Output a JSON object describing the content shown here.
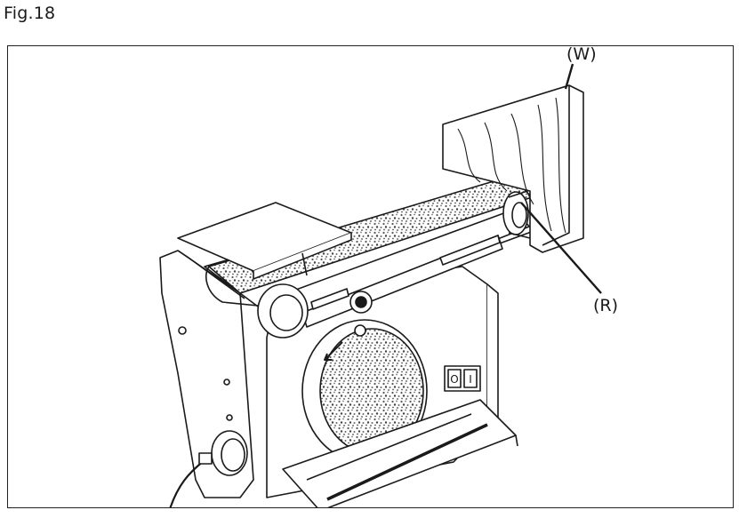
{
  "figure": {
    "title": "Fig.18"
  },
  "callouts": {
    "workpiece": "(W)",
    "roller": "(R)"
  },
  "colors": {
    "line": "#1a1a1a",
    "paper": "#ffffff",
    "abrasive": "#8a8a8a"
  },
  "controls": {
    "switch_off": "O",
    "switch_on": "I"
  }
}
